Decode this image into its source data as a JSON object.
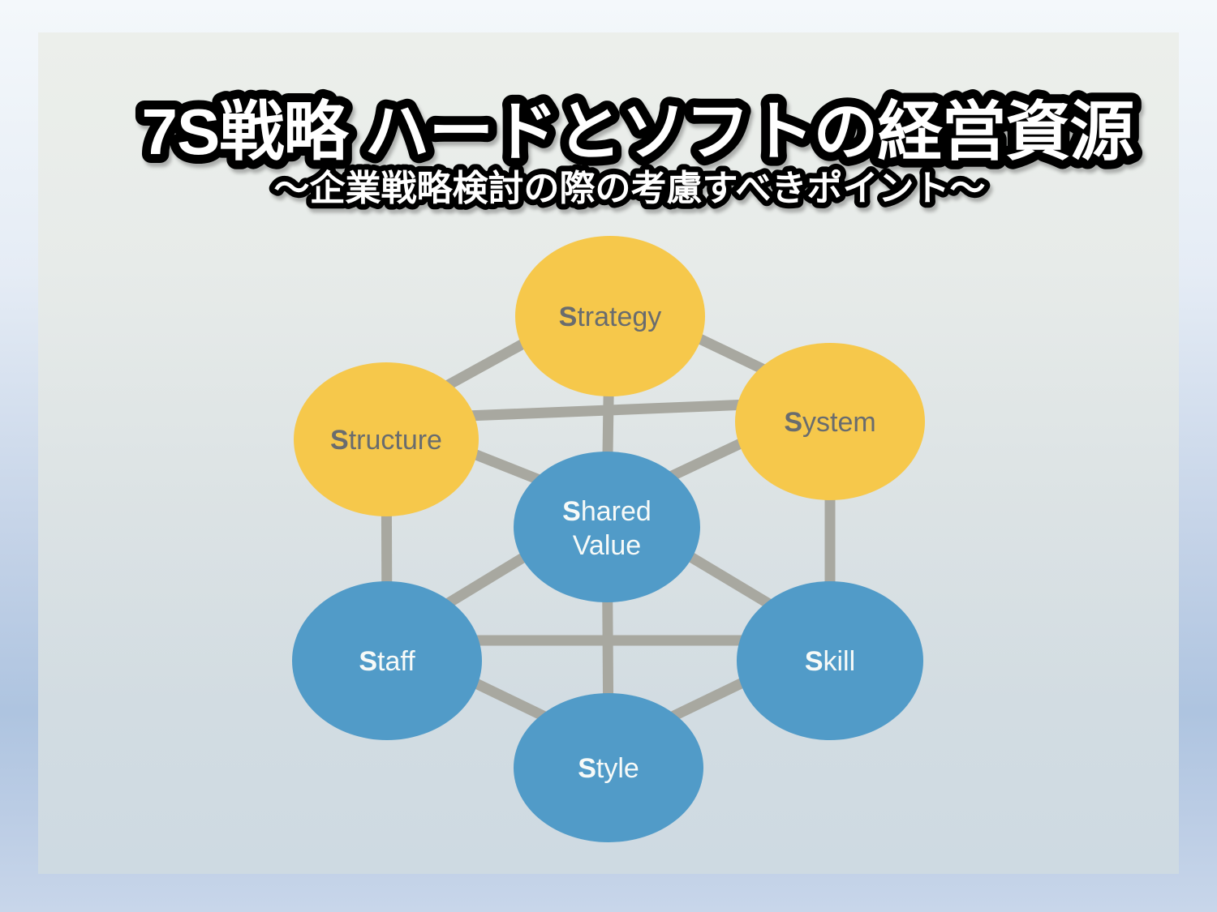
{
  "title": {
    "main": "7S戦略 ハードとソフトの経営資源",
    "subtitle": "～企業戦略検討の際の考慮すべきポイント～"
  },
  "colors": {
    "hard_circle": "#F6C84B",
    "soft_circle": "#519BC8",
    "connector": "#A8A8A0",
    "hard_label_text": "#696C6E",
    "soft_label_text": "#F7FAF8"
  },
  "nodes": {
    "strategy": {
      "initial": "S",
      "rest": "trategy",
      "category": "hard"
    },
    "structure": {
      "initial": "S",
      "rest": "tructure",
      "category": "hard"
    },
    "system": {
      "initial": "S",
      "rest": "ystem",
      "category": "hard"
    },
    "shared_value": {
      "initial": "S",
      "rest": "hared",
      "line2": "Value",
      "category": "soft"
    },
    "staff": {
      "initial": "S",
      "rest": "taff",
      "category": "soft"
    },
    "skill": {
      "initial": "S",
      "rest": "kill",
      "category": "soft"
    },
    "style": {
      "initial": "S",
      "rest": "tyle",
      "category": "soft"
    }
  }
}
